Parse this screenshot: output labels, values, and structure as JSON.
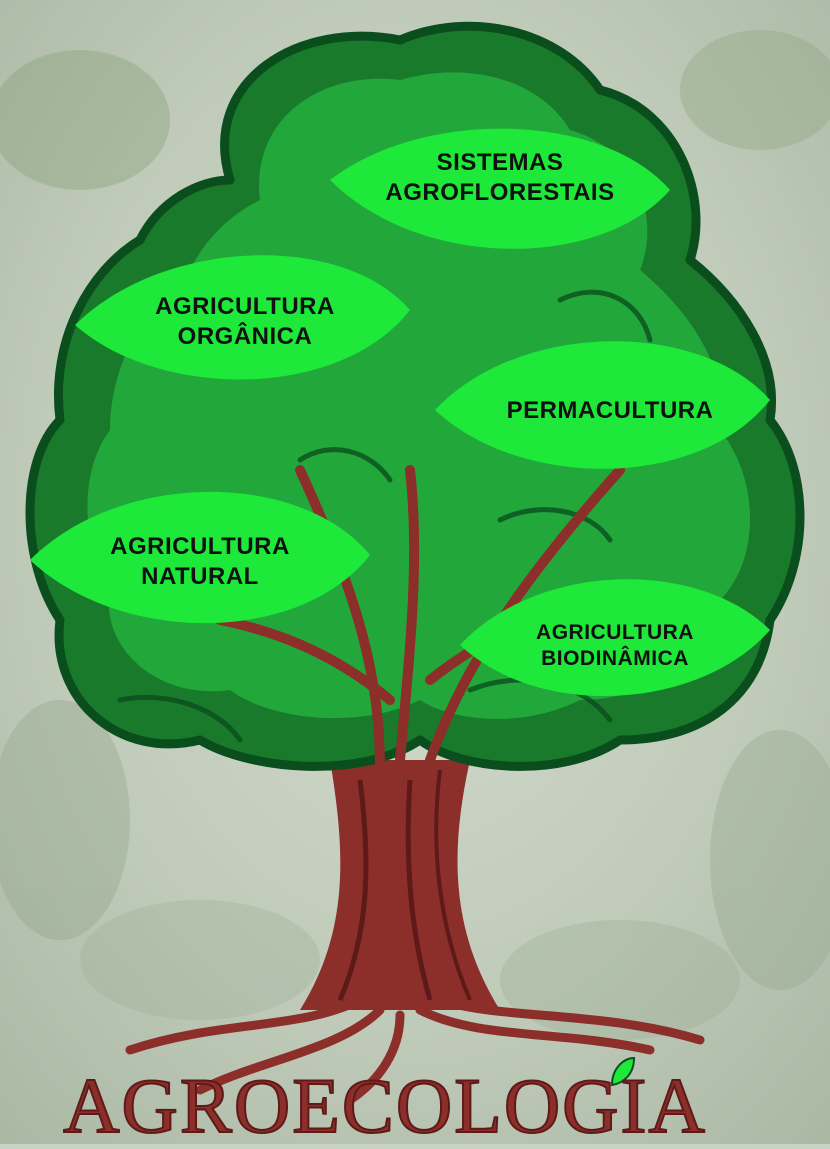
{
  "diagram": {
    "leaves": [
      {
        "id": "sistemas",
        "lines": [
          "SISTEMAS",
          "AGROFLORESTAIS"
        ]
      },
      {
        "id": "organica",
        "lines": [
          "AGRICULTURA",
          "ORGÂNICA"
        ]
      },
      {
        "id": "permacultura",
        "lines": [
          "PERMACULTURA"
        ]
      },
      {
        "id": "natural",
        "lines": [
          "AGRICULTURA",
          "NATURAL"
        ]
      },
      {
        "id": "biodinamica",
        "lines": [
          "AGRICULTURA",
          "BIODINÂMICA"
        ]
      }
    ],
    "brand": "AGROECOLOGIA"
  },
  "colors": {
    "leaf": "#1ee83a",
    "canopy_dark": "#0b4e1e",
    "canopy_mid": "#1a7a2c",
    "canopy_light": "#22a83a",
    "trunk": "#8c2e2a",
    "trunk_dark": "#5e1a18",
    "background": "#c9d3c4"
  }
}
